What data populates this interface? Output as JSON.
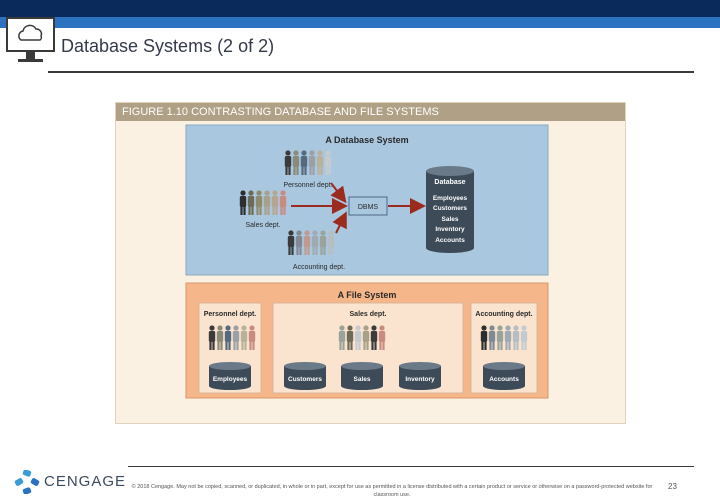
{
  "slide": {
    "title": "Database Systems (2 of 2)",
    "page_number": "23",
    "logo_text": "CENGAGE",
    "copyright": "© 2018 Cengage. May not be copied, scanned, or duplicated, in whole or in part, except for use as permitted in a license distributed with a certain product or service or otherwise on a password-protected website for classroom use."
  },
  "figure": {
    "header": "FIGURE 1.10  CONTRASTING DATABASE AND FILE SYSTEMS",
    "database_system": {
      "title": "A Database System",
      "groups": [
        "Personnel dept.",
        "Sales dept.",
        "Accounting dept."
      ],
      "dbms_label": "DBMS",
      "database_title": "Database",
      "database_items": [
        "Employees",
        "Customers",
        "Sales",
        "Inventory",
        "Accounts"
      ]
    },
    "file_system": {
      "title": "A File System",
      "depts": [
        {
          "name": "Personnel dept.",
          "files": [
            "Employees"
          ]
        },
        {
          "name": "Sales dept.",
          "files": [
            "Customers",
            "Sales",
            "Inventory"
          ]
        },
        {
          "name": "Accounting dept.",
          "files": [
            "Accounts"
          ]
        }
      ]
    }
  },
  "colors": {
    "top_bar": "#0b2a5c",
    "top_bar_accent": "#2b72c0",
    "db_panel": "#a9c7de",
    "file_panel": "#f5b68a",
    "dept_box": "#fbe4cf",
    "arrow": "#9b2a1f"
  },
  "icons": [
    "cloud-monitor-icon",
    "cengage-logo-icon",
    "person-icon",
    "cylinder-icon"
  ]
}
